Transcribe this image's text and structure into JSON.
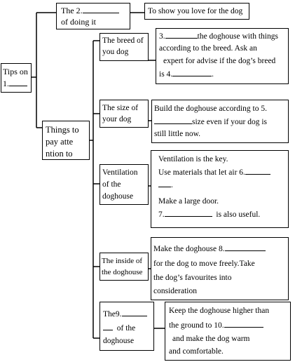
{
  "root": {
    "line1": "Tips on",
    "line2": "1."
  },
  "purpose": {
    "label_line1": "The 2.",
    "label_line2": "of  doing it",
    "answer": "To show you love for the dog"
  },
  "things": {
    "line1": "Things to",
    "line2": "pay atte",
    "line3": "ntion  to"
  },
  "items": [
    {
      "label": [
        "The breed of",
        "you dog"
      ],
      "content": [
        "3.",
        "the doghouse with things",
        "according to the breed. Ask an",
        "expert  for advise if the dog’s breed",
        "is 4."
      ]
    },
    {
      "label": [
        "The size of",
        "your dog"
      ],
      "content": [
        "Build the doghouse according to 5.",
        "size even",
        "if your dog is",
        "still little now."
      ]
    },
    {
      "label": [
        "Ventilation",
        "of the",
        "doghouse"
      ],
      "content": [
        "Ventilation is the key.",
        "Use materials that let air 6.",
        ".",
        "Make a large door.",
        "7.",
        "is also useful."
      ]
    },
    {
      "label": [
        "The inside of",
        "the doghouse"
      ],
      "content": [
        "Make the doghouse 8.",
        "for the dog to move  freely.Take",
        "the dog’s favourites into",
        "consideration"
      ]
    },
    {
      "label": [
        "The9.",
        "of the",
        "doghouse"
      ],
      "content": [
        "Keep the doghouse higher than",
        "the ground to  10.",
        "and make  the dog warm",
        "and comfortable."
      ]
    }
  ]
}
